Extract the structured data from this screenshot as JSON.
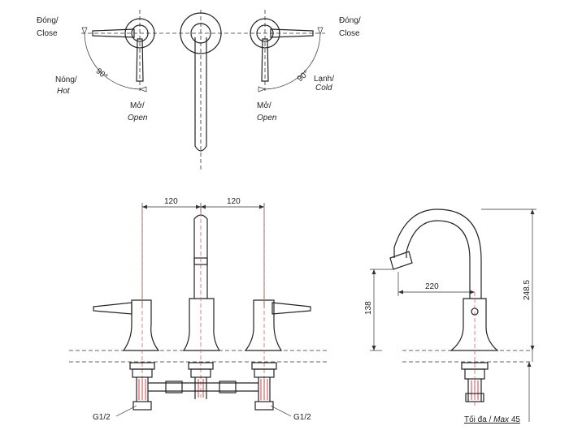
{
  "labels": {
    "close_vi": "Đóng/",
    "close_en": "Close",
    "hot_vi": "Nóng/",
    "hot_en": "Hot",
    "cold_vi": "Lạnh/",
    "cold_en": "Cold",
    "open_vi": "Mở/",
    "open_en": "Open",
    "angle": "90°",
    "thread": "G1/2",
    "max_vi": "Tối đa / ",
    "max_en": "Max",
    "max_value": "45"
  },
  "dimensions": {
    "spacing_left": "120",
    "spacing_right": "120",
    "reach": "220",
    "spout_height": "138",
    "total_height": "248.5"
  }
}
